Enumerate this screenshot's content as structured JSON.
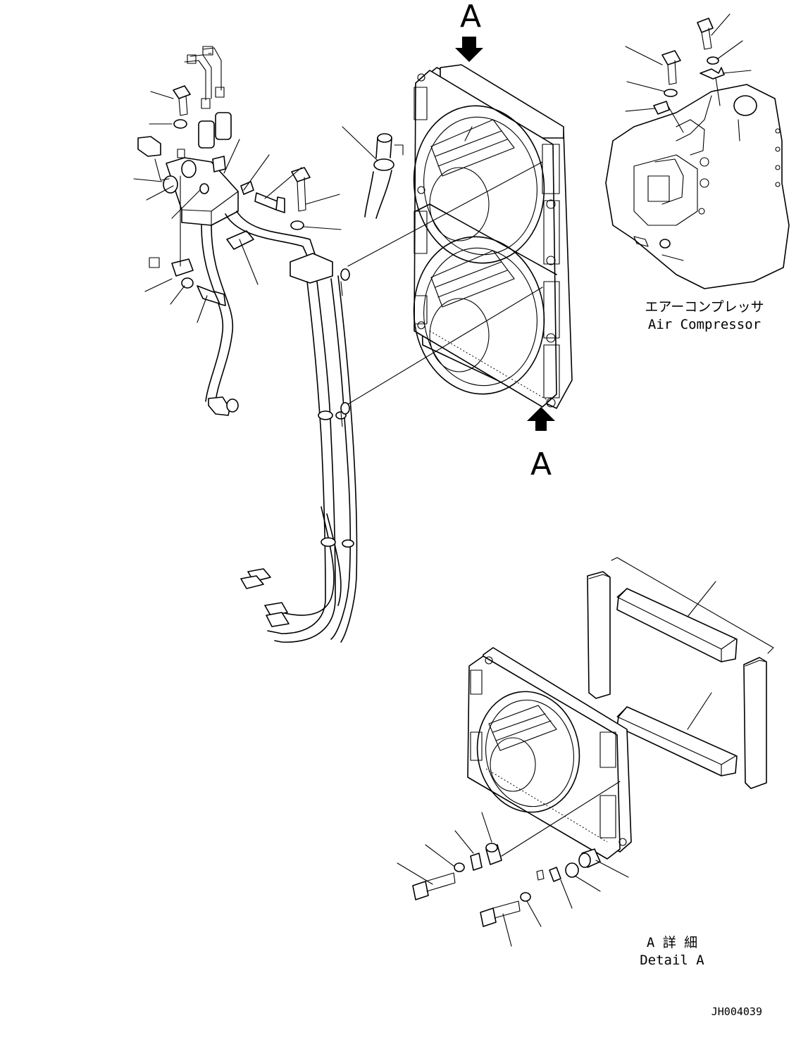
{
  "view_labels": {
    "top_arrow": "A",
    "bottom_arrow": "A"
  },
  "air_compressor": {
    "label_ja": "エアーコンプレッサ",
    "label_en": "Air Compressor"
  },
  "detail": {
    "label_ja": "A 詳 細",
    "label_en": "Detail A"
  },
  "drawing_number": "JH004039",
  "colors": {
    "line": "#000000",
    "background": "#ffffff"
  }
}
